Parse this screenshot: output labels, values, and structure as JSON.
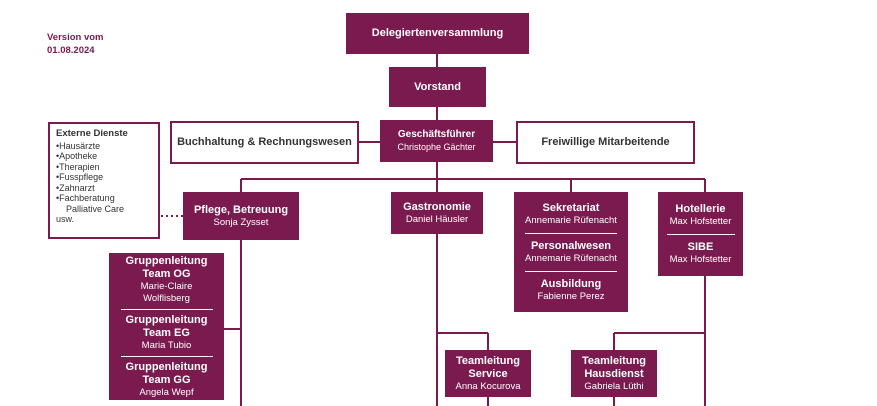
{
  "version": {
    "line1": "Version vom",
    "line2": "01.08.2024"
  },
  "top": {
    "assembly": "Delegiertenversammlung",
    "board": "Vorstand"
  },
  "ceo": {
    "title": "Geschäftsführer",
    "name": "Christophe Gächter"
  },
  "side": {
    "accounting": "Buchhaltung  & Rechnungswesen",
    "volunteers": "Freiwillige Mitarbeitende"
  },
  "external": {
    "title": "Externe Dienste",
    "items": [
      "Hausärzte",
      "Apotheke",
      "Therapien",
      "Fusspflege",
      "Zahnarzt",
      "Fachberatung"
    ],
    "cont1": "Palliative Care",
    "cont2": "usw."
  },
  "departments": {
    "care": {
      "title": "Pflege, Betreuung",
      "name": "Sonja Zysset"
    },
    "gastro": {
      "title": "Gastronomie",
      "name": "Daniel Häusler"
    },
    "admin": [
      {
        "title": "Sekretariat",
        "name": "Annemarie Rüfenacht"
      },
      {
        "title": "Personalwesen",
        "name": "Annemarie Rüfenacht"
      },
      {
        "title": "Ausbildung",
        "name": "Fabienne Perez"
      }
    ],
    "hotel": [
      {
        "title": "Hotellerie",
        "name": "Max Hofstetter"
      },
      {
        "title": "SIBE",
        "name": "Max Hofstetter"
      }
    ]
  },
  "groups": [
    {
      "title1": "Gruppenleitung",
      "title2": "Team OG",
      "name1": "Marie-Claire",
      "name2": "Wolflisberg"
    },
    {
      "title1": "Gruppenleitung",
      "title2": "Team EG",
      "name1": "Maria Tubio",
      "name2": ""
    },
    {
      "title1": "Gruppenleitung",
      "title2": "Team GG",
      "name1": "Angela Wepf",
      "name2": ""
    }
  ],
  "teams": {
    "service": {
      "title1": "Teamleitung",
      "title2": "Service",
      "name": "Anna Kocurova"
    },
    "house": {
      "title1": "Teamleitung",
      "title2": "Hausdienst",
      "name": "Gabriela Lüthi"
    }
  },
  "colors": {
    "brand": "#7a1a4e"
  }
}
